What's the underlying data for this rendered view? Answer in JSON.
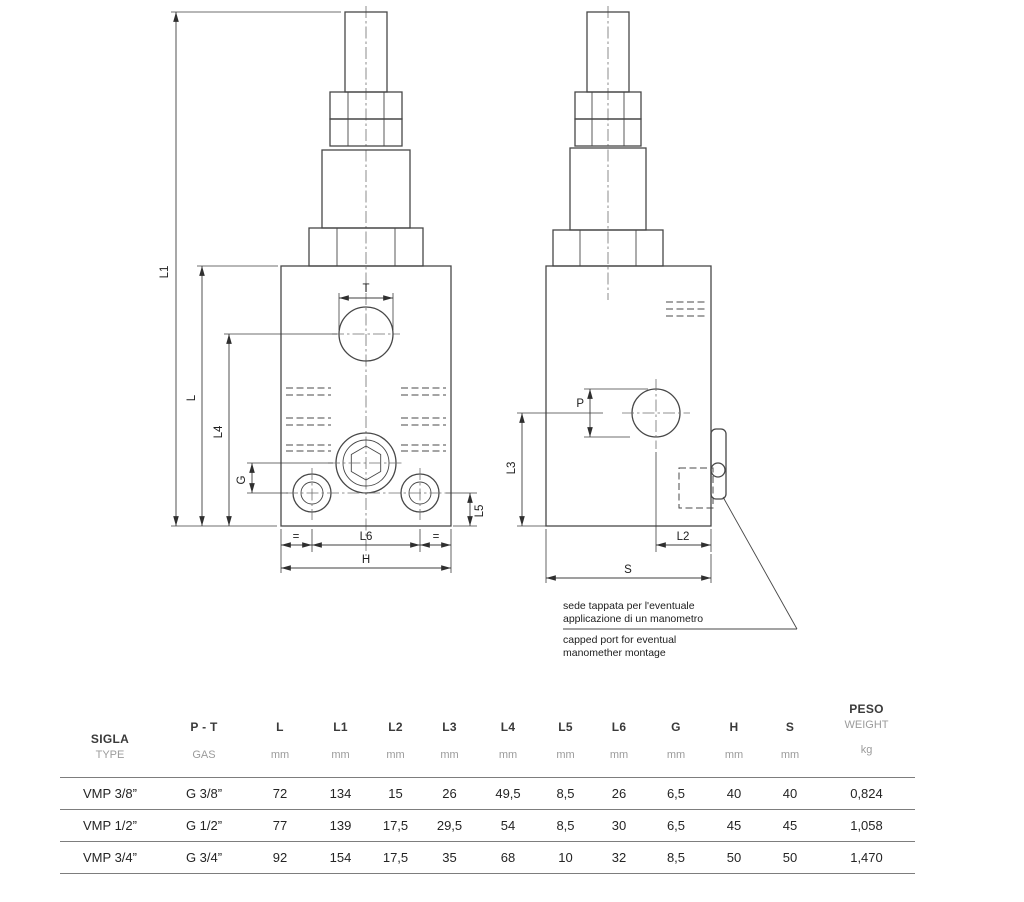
{
  "drawing": {
    "dim_labels": {
      "T": "T",
      "L1": "L1",
      "L": "L",
      "L4": "L4",
      "G": "G",
      "L5": "L5",
      "L6": "L6",
      "H": "H",
      "eq": "=",
      "P": "P",
      "L3": "L3",
      "L2": "L2",
      "S": "S"
    },
    "note": {
      "it1": "sede tappata per l'eventuale",
      "it2": "applicazione di un manometro",
      "en1": "capped port for eventual",
      "en2": "manomether montage"
    }
  },
  "table": {
    "type_header": {
      "top": "SIGLA",
      "bottom": "TYPE"
    },
    "pt_header": {
      "top": "P - T",
      "bottom": "GAS"
    },
    "dims": [
      {
        "label": "L",
        "unit": "mm"
      },
      {
        "label": "L1",
        "unit": "mm"
      },
      {
        "label": "L2",
        "unit": "mm"
      },
      {
        "label": "L3",
        "unit": "mm"
      },
      {
        "label": "L4",
        "unit": "mm"
      },
      {
        "label": "L5",
        "unit": "mm"
      },
      {
        "label": "L6",
        "unit": "mm"
      },
      {
        "label": "G",
        "unit": "mm"
      },
      {
        "label": "H",
        "unit": "mm"
      },
      {
        "label": "S",
        "unit": "mm"
      }
    ],
    "weight_header": {
      "top": "PESO",
      "mid": "WEIGHT",
      "unit": "kg"
    },
    "rows": [
      {
        "type": "VMP 3/8”",
        "gas": "G 3/8”",
        "vals": [
          "72",
          "134",
          "15",
          "26",
          "49,5",
          "8,5",
          "26",
          "6,5",
          "40",
          "40"
        ],
        "weight": "0,824"
      },
      {
        "type": "VMP 1/2”",
        "gas": "G 1/2”",
        "vals": [
          "77",
          "139",
          "17,5",
          "29,5",
          "54",
          "8,5",
          "30",
          "6,5",
          "45",
          "45"
        ],
        "weight": "1,058"
      },
      {
        "type": "VMP 3/4”",
        "gas": "G 3/4”",
        "vals": [
          "92",
          "154",
          "17,5",
          "35",
          "68",
          "10",
          "32",
          "8,5",
          "50",
          "50"
        ],
        "weight": "1,470"
      }
    ]
  }
}
